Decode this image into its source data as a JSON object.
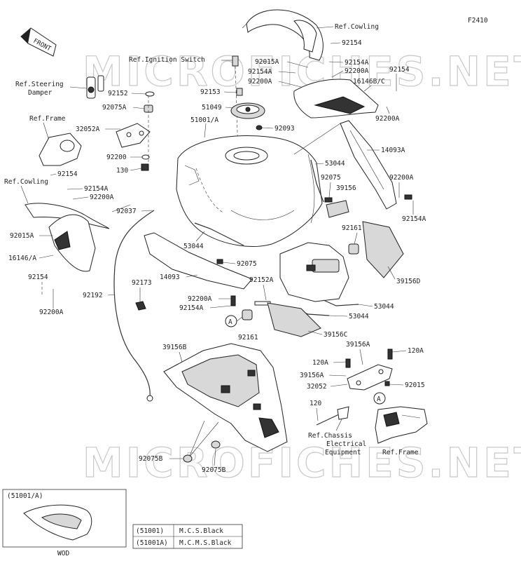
{
  "figure_id": "F2410",
  "watermark": "MICROFICHES.NET",
  "front_label": "FRONT",
  "labels": {
    "ref_cowling_top": "Ref.Cowling",
    "p92154_a": "92154",
    "ref_ignition": "Ref.Ignition Switch",
    "p92015A_r": "92015A",
    "p92154A_r1": "92154A",
    "p92154A_r2": "92154A",
    "p92200A_r1": "92200A",
    "p92200A_r2": "92200A",
    "p92154_r": "92154",
    "p16146BC": "16146B/C",
    "ref_steering": "Ref.Steering",
    "damper": "Damper",
    "p92152": "92152",
    "p92153": "92153",
    "p92075A": "92075A",
    "p51049": "51049",
    "ref_frame_l": "Ref.Frame",
    "p32052A": "32052A",
    "p51001A": "51001/A",
    "p92093": "92093",
    "p92200A_rr": "92200A",
    "p92200": "92200",
    "p14093A": "14093A",
    "p130": "130",
    "p53044_t": "53044",
    "p92154_l": "92154",
    "ref_cowling_l": "Ref.Cowling",
    "p92154A_l": "92154A",
    "p92200A_l": "92200A",
    "p92075_c": "92075",
    "p39156": "39156",
    "p92200A_r3": "92200A",
    "p92037": "92037",
    "p92154A_r3": "92154A",
    "p92015A_l": "92015A",
    "p92161_r": "92161",
    "p53044_m": "53044",
    "p16146A": "16146/A",
    "p92075_m": "92075",
    "p14093": "14093",
    "p39156D": "39156D",
    "p92154_ll": "92154",
    "p92192": "92192",
    "p92173": "92173",
    "p92152A": "92152A",
    "p92200A_c": "92200A",
    "p92154A_c": "92154A",
    "p53044_b1": "53044",
    "p53044_b2": "53044",
    "p92200A_ll": "92200A",
    "circle_a1": "A",
    "p92161_b": "92161",
    "p39156C": "39156C",
    "p39156B": "39156B",
    "p39156A_1": "39156A",
    "p120A_1": "120A",
    "p120A_2": "120A",
    "p39156A_2": "39156A",
    "p32052": "32052",
    "p92015": "92015",
    "p120": "120",
    "circle_a2": "A",
    "ref_chassis_1": "Ref.Chassis",
    "ref_chassis_2": "Electrical",
    "ref_chassis_3": "Equipment",
    "ref_frame_r": "Ref.Frame",
    "p92075B_1": "92075B",
    "p92075B_2": "92075B"
  },
  "inset": {
    "title": "(51001/A)",
    "caption": "WOD"
  },
  "color_table": {
    "rows": [
      {
        "code": "(51001)",
        "color": "M.C.S.Black"
      },
      {
        "code": "(51001A)",
        "color": "M.C.M.S.Black"
      }
    ]
  }
}
